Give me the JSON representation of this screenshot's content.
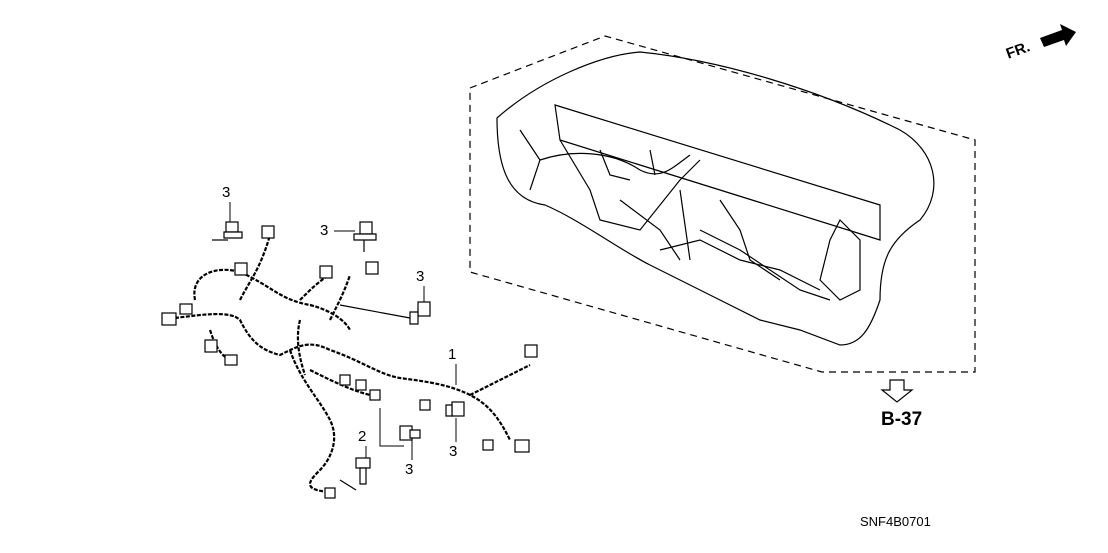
{
  "diagram": {
    "orientation_label": "FR.",
    "reference_label": "B-37",
    "diagram_code": "SNF4B0701",
    "callouts": [
      {
        "id": "c1",
        "label": "3"
      },
      {
        "id": "c2",
        "label": "3"
      },
      {
        "id": "c3",
        "label": "3"
      },
      {
        "id": "c4",
        "label": "1"
      },
      {
        "id": "c5",
        "label": "2"
      },
      {
        "id": "c6",
        "label": "3"
      },
      {
        "id": "c7",
        "label": "3"
      }
    ],
    "colors": {
      "line": "#000000",
      "background": "#ffffff"
    }
  }
}
